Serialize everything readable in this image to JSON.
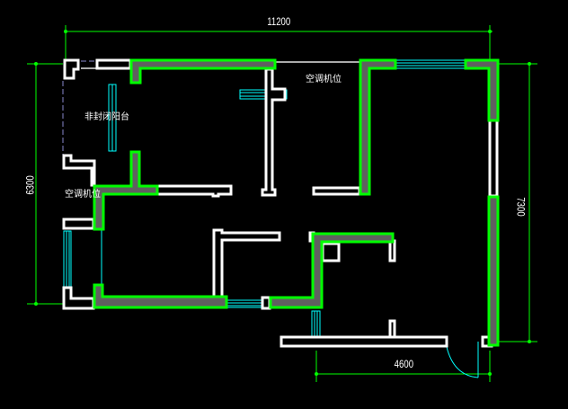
{
  "dimensions": {
    "top_width": "11200",
    "left_height": "6300",
    "right_height": "7300",
    "bottom_width": "4600"
  },
  "rooms": {
    "balcony": "非封闭阳台",
    "ac_unit_top": "空调机位",
    "ac_unit_left": "空调机位"
  },
  "colors": {
    "background": "#000000",
    "bearing_wall_outline": "#00ff00",
    "bearing_wall_fill": "#606060",
    "partition_wall": "#ffffff",
    "window": "#00ffff",
    "dimension_line": "#00ff00"
  }
}
